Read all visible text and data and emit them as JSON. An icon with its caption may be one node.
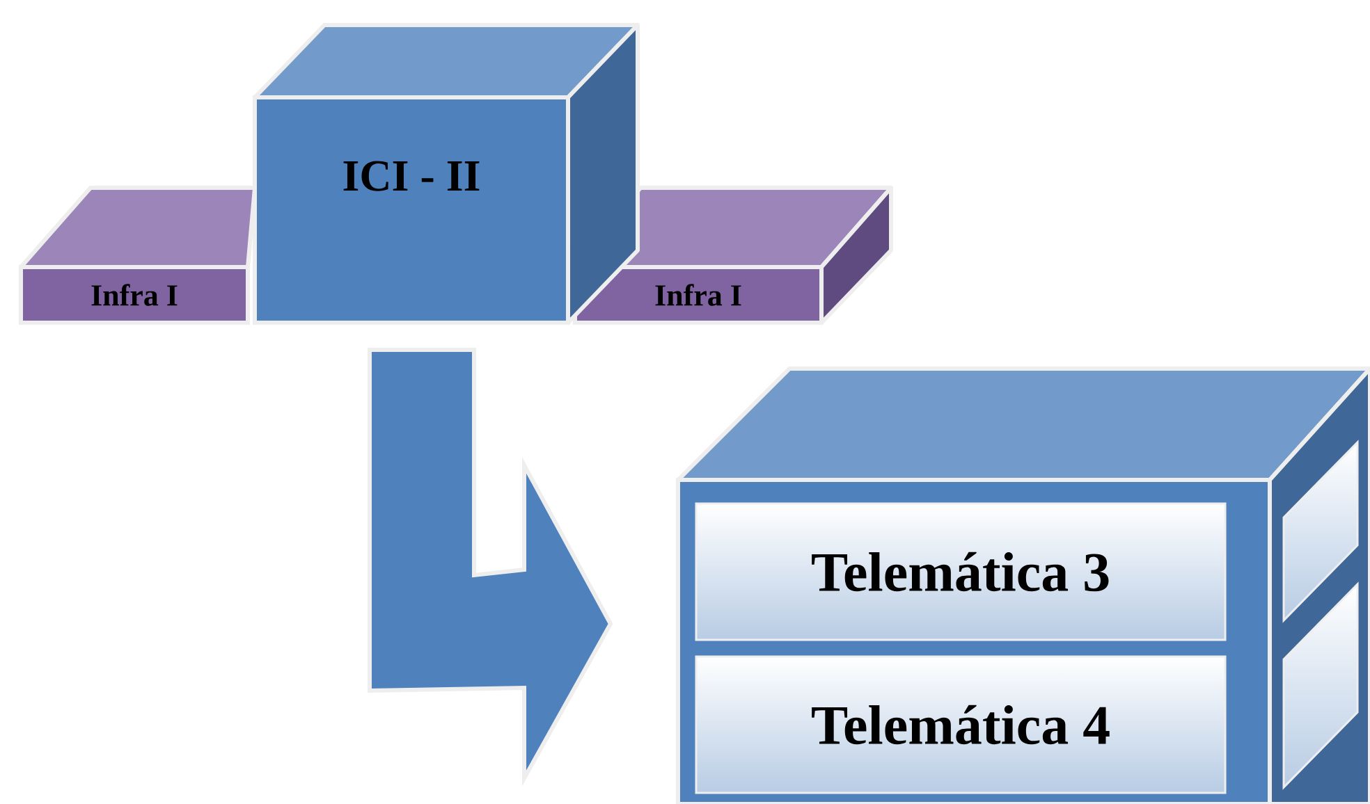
{
  "diagram": {
    "nodes": [
      {
        "text": [
          "ICI - II"
        ]
      },
      {
        "text": [
          "Infra I"
        ]
      },
      {
        "text": [
          "Infra I"
        ]
      },
      {
        "text": [],
        "shape": "box"
      },
      {
        "text": [
          "Telemática 3"
        ],
        "in": 3
      },
      {
        "text": [
          "Telemática 4"
        ],
        "in": 3
      }
    ],
    "edges": [
      {
        "from": 0,
        "to": 3,
        "arrow": "to"
      }
    ]
  }
}
